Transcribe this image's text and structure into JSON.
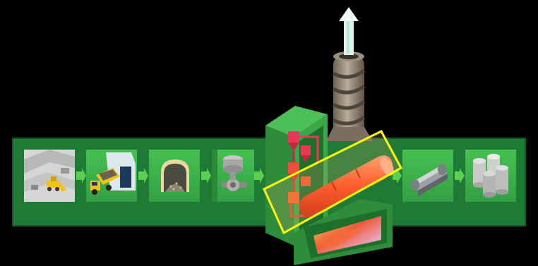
{
  "diagram": {
    "title": "",
    "stages": [
      {
        "id": "quarry",
        "icon": "quarry-excavator-icon"
      },
      {
        "id": "truck-hauling",
        "icon": "dump-truck-icon"
      },
      {
        "id": "raw-material-storage",
        "icon": "storage-shed-icon"
      },
      {
        "id": "raw-mill",
        "icon": "raw-mill-icon"
      },
      {
        "id": "preheater-kiln",
        "icon": "preheater-kiln-icon",
        "highlighted": true
      },
      {
        "id": "cooler",
        "icon": "clinker-cooler-icon"
      },
      {
        "id": "cement-mill",
        "icon": "cement-mill-icon"
      },
      {
        "id": "silos",
        "icon": "cement-silo-icon"
      }
    ],
    "exhaust": {
      "icon": "exhaust-stack-icon",
      "arrow": "up-arrow-icon"
    }
  },
  "colors": {
    "band": "#1f7a35",
    "band_edge": "#145a26",
    "tile": "#3fb34a",
    "arrow": "#5ccf52",
    "highlight": "#ffff00",
    "kiln": "#ff5a2a",
    "preheater": "#e8385a",
    "stack": "#8a7d6d",
    "exhaust_arrow": "#dff3ee"
  }
}
